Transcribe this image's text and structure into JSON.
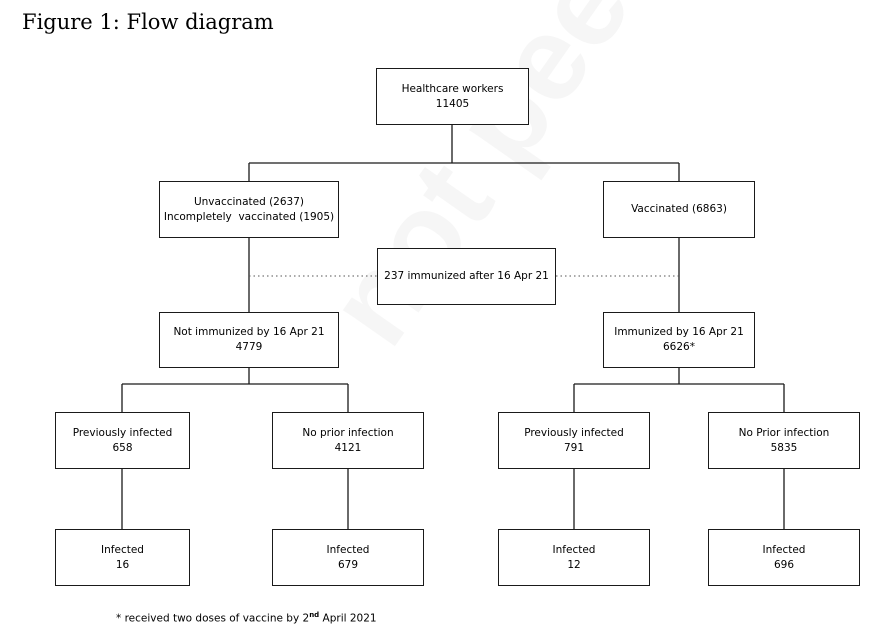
{
  "figure_title": "Figure 1: Flow diagram",
  "watermark_text": "not peer reviewed",
  "nodes": {
    "root": {
      "label": "Healthcare workers",
      "value": "11405"
    },
    "unvaccinated": {
      "line1": "Unvaccinated (2637)",
      "line2": "Incompletely  vaccinated (1905)"
    },
    "vaccinated": {
      "label": "Vaccinated (6863)"
    },
    "immunized_after": {
      "label": "237 immunized after 16 Apr 21"
    },
    "not_immunized": {
      "label": "Not immunized by 16 Apr 21",
      "value": "4779"
    },
    "immunized": {
      "label": "Immunized by 16 Apr 21",
      "value": "6626*"
    },
    "prev_infected_left": {
      "label": "Previously infected",
      "value": "658"
    },
    "no_prior_left": {
      "label": "No prior infection",
      "value": "4121"
    },
    "prev_infected_right": {
      "label": "Previously infected",
      "value": "791"
    },
    "no_prior_right": {
      "label": "No Prior infection",
      "value": "5835"
    },
    "infected_1": {
      "label": "Infected",
      "value": "16"
    },
    "infected_2": {
      "label": "Infected",
      "value": "679"
    },
    "infected_3": {
      "label": "Infected",
      "value": "12"
    },
    "infected_4": {
      "label": "Infected",
      "value": "696"
    }
  },
  "footnote": {
    "prefix": "* received two doses of vaccine by 2",
    "superscript": "nd",
    "suffix": " April 2021"
  }
}
